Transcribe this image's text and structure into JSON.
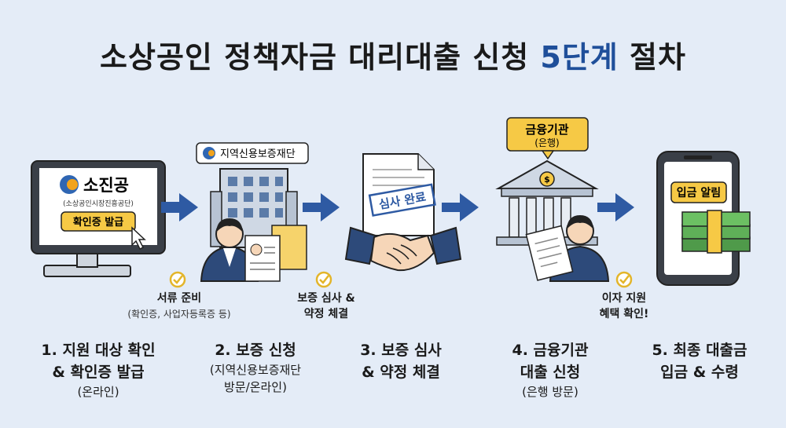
{
  "title": {
    "main": "소상공인 정책자금 대리대출 신청 ",
    "accent": "5단계",
    "tail": " 절차"
  },
  "scene": {
    "monitor_logo": "소진공",
    "monitor_org": "(소상공인시장진흥공단)",
    "monitor_button": "확인증 발급",
    "fund_sign": "지역신용보증재단",
    "doc_stamp": "심사 완료",
    "bank_title": "금융기관",
    "bank_sub": "(은행)",
    "phone_badge": "입금 알림"
  },
  "notes": {
    "docs_title": "서류 준비",
    "docs_sub": "(확인증, 사업자등록증 등)",
    "review_line1": "보증 심사 &",
    "review_line2": "약정 체결",
    "interest_line1": "이자 지원",
    "interest_line2": "혜택 확인!"
  },
  "steps": [
    {
      "line1": "1. 지원 대상 확인",
      "line2": "& 확인증 발급",
      "sub1": "(온라인)",
      "sub2": ""
    },
    {
      "line1": "2. 보증 신청",
      "line2": "",
      "sub1": "(지역신용보증재단",
      "sub2": "방문/온라인)"
    },
    {
      "line1": "3. 보증 심사",
      "line2": "& 약정 체결",
      "sub1": "",
      "sub2": ""
    },
    {
      "line1": "4. 금융기관",
      "line2": "대출 신청",
      "sub1": "(은행 방문)",
      "sub2": ""
    },
    {
      "line1": "5. 최종 대출금",
      "line2": "입금 & 수령",
      "sub1": "",
      "sub2": ""
    }
  ],
  "colors": {
    "accent": "#1f4f9a",
    "yellow": "#f6c945",
    "check": "#e3b52a",
    "arrow": "#2e5aa3"
  }
}
